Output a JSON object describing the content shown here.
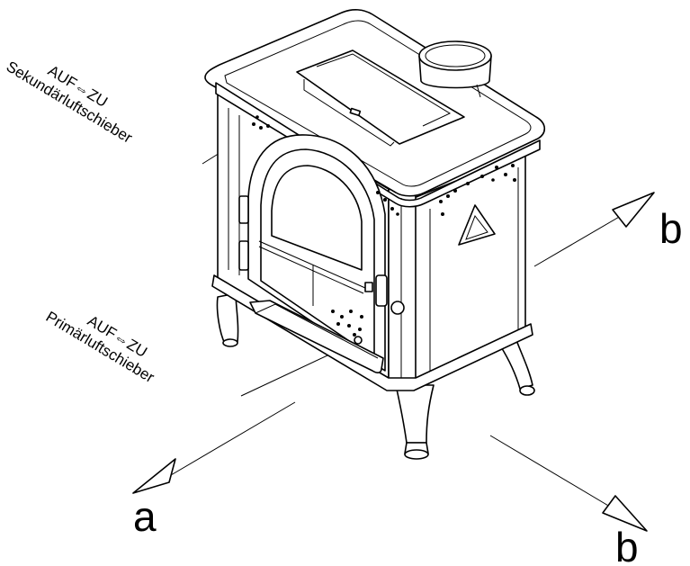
{
  "labels": {
    "secondary_open_close": "AUF⇔ZU",
    "secondary_name": "Sekundärluftschieber",
    "primary_open_close": "AUF⇔ZU",
    "primary_name": "Primärluftschieber",
    "direction_a": "a",
    "direction_b_right": "b",
    "direction_b_bottom": "b"
  }
}
